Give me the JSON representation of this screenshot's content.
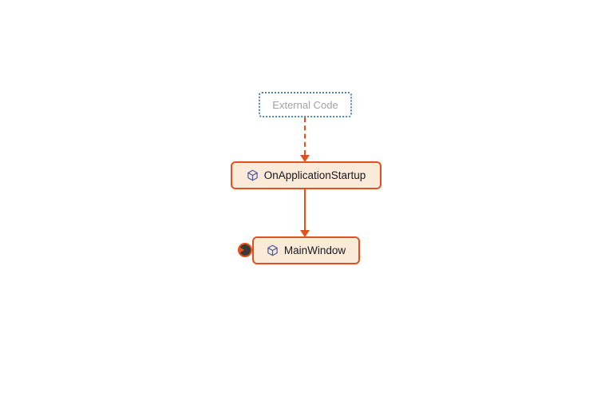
{
  "diagram": {
    "type": "call-graph",
    "nodes": {
      "external": {
        "label": "External Code"
      },
      "startup": {
        "label": "OnApplicationStartup",
        "icon": "method-cube-icon"
      },
      "mainwindow": {
        "label": "MainWindow",
        "icon": "class-cube-icon"
      }
    },
    "edges": [
      {
        "from": "external",
        "to": "startup",
        "style": "dashed",
        "direction": "down"
      },
      {
        "from": "startup",
        "to": "mainwindow",
        "style": "solid",
        "direction": "down"
      }
    ],
    "badge": {
      "icon": "expand-incoming-arrow-icon",
      "attached_to": "mainwindow"
    }
  },
  "colors": {
    "canvas_bg": "#ffffff",
    "link_orange": "#e0521d",
    "node_fill": "#fcead9",
    "node_border": "#e0521d",
    "node_text": "#17171f",
    "external_border": "#4d82a8",
    "external_text": "#a3a3a3",
    "icon_indigo": "#4a5a9c",
    "badge_fill": "#3a3a3a"
  }
}
